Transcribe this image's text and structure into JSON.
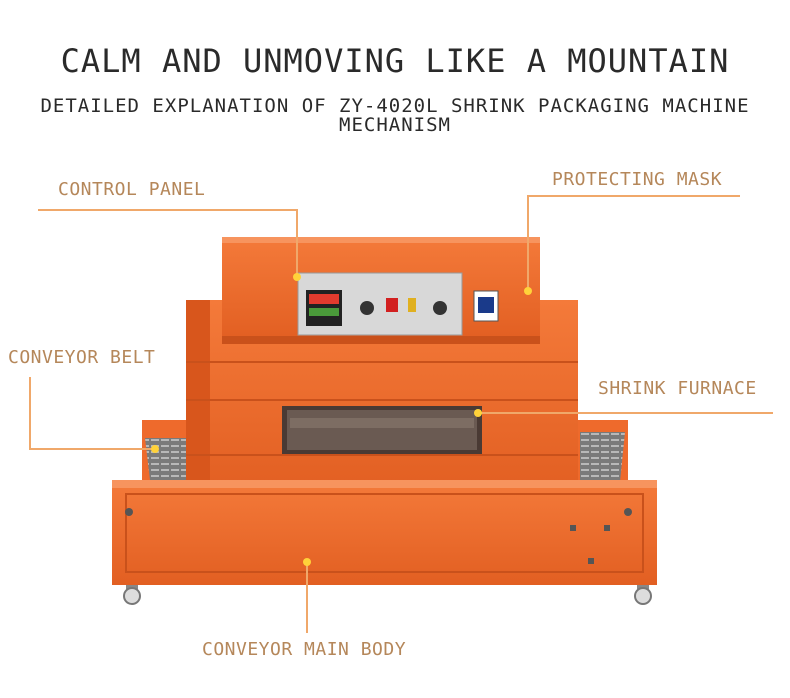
{
  "heading": {
    "title": "CALM AND UNMOVING LIKE A MOUNTAIN",
    "subtitle": "DETAILED EXPLANATION OF ZY-4020L SHRINK PACKAGING MACHINE MECHANISM"
  },
  "callouts": {
    "control_panel": "CONTROL PANEL",
    "protecting_mask": "PROTECTING MASK",
    "conveyor_belt": "CONVEYOR BELT",
    "shrink_furnace": "SHRINK FURNACE",
    "conveyor_main_body": "CONVEYOR MAIN BODY"
  },
  "colors": {
    "machine_orange": "#ee6a2c",
    "callout_line": "#f0a86a",
    "callout_text": "#b5875a"
  }
}
